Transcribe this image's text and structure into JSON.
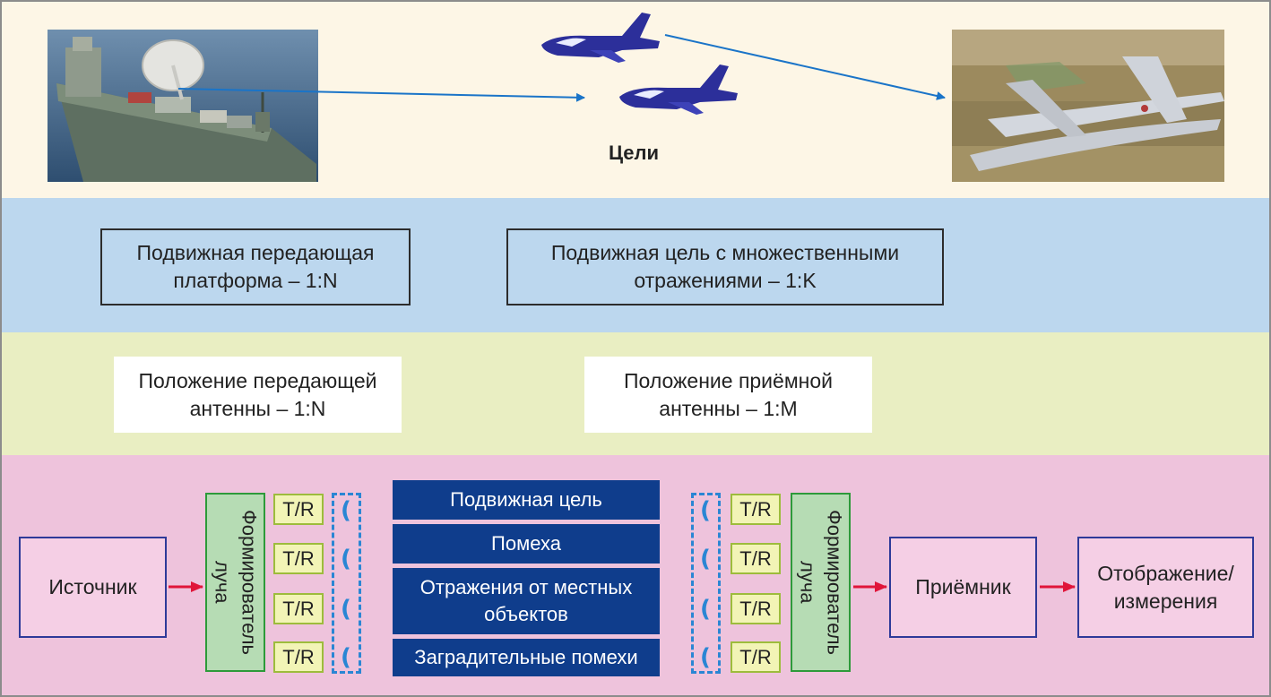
{
  "header": {
    "targets_label": "Цели"
  },
  "platform_row": {
    "transmit_platform": "Подвижная передающая платформа – 1:N",
    "moving_target": "Подвижная цель с множественными отражениями – 1:K"
  },
  "antenna_row": {
    "tx_antenna": "Положение передающей антенны – 1:N",
    "rx_antenna": "Положение приёмной антенны – 1:M"
  },
  "chain": {
    "source": "Источник",
    "tx_beamformer": "Формирователь луча",
    "rx_beamformer": "Формирователь луча",
    "tr_label": "T/R",
    "environment": [
      "Подвижная цель",
      "Помеха",
      "Отражения от местных объектов",
      "Заградительные помехи"
    ],
    "receiver": "Приёмник",
    "display": "Отображение/ измерения"
  },
  "icons": {
    "ship": "ship-with-radar-dish-icon",
    "jets": "jet-aircraft-icon",
    "drone": "uav-drone-icon",
    "antenna_element": "antenna-arc-icon"
  },
  "colors": {
    "band_targets": "#fdf6e6",
    "band_platform": "#bcd7ee",
    "band_antenna": "#e9eec2",
    "band_chain": "#eec3dc",
    "environment_block": "#0f3d8c",
    "signal_arrow": "#e0153a",
    "link_arrow": "#1a74c8"
  }
}
